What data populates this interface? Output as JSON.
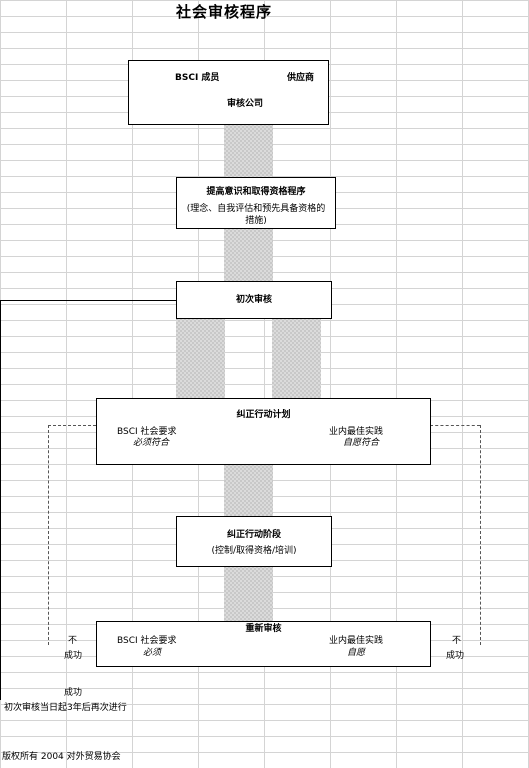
{
  "title": "社会审核程序",
  "top_box": {
    "bsci_members": "BSCI 成员",
    "suppliers": "供应商",
    "audit_company": "审核公司"
  },
  "qualification_box": {
    "line1": "提高意识和取得资格程序",
    "line2": "(理念、自我评估和预先具备资格的",
    "line3": "措施)"
  },
  "initial_audit": "初次审核",
  "corrective_plan": {
    "title": "纠正行动计划",
    "bsci_req": "BSCI 社会要求",
    "must_comply": "必须符合",
    "best_practice": "业内最佳实践",
    "voluntary": "自愿符合"
  },
  "corrective_stage": {
    "title": "纠正行动阶段",
    "subtitle": "(控制/取得资格/培训)"
  },
  "reaudit": {
    "title": "重新审核",
    "bsci_req": "BSCI 社会要求",
    "must": "必须",
    "best_practice": "业内最佳实践",
    "voluntary": "自愿"
  },
  "fail_left": {
    "not": "不",
    "success": "成功"
  },
  "fail_right": {
    "not": "不",
    "success": "成功"
  },
  "success_bottom": "成功",
  "repeat_note": "初次审核当日起3年后再次进行",
  "copyright": "版权所有 2004 对外贸易协会"
}
